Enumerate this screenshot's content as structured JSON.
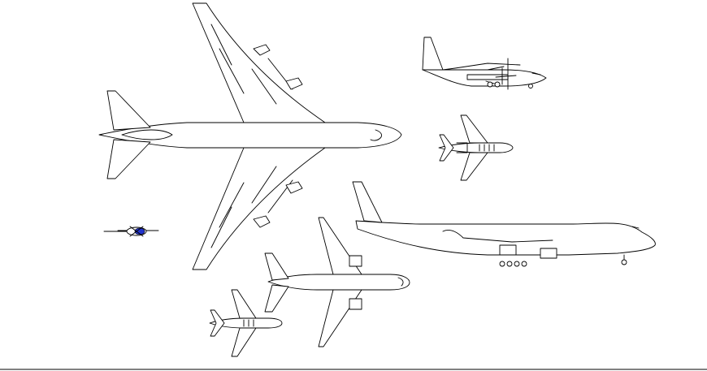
{
  "drawing": {
    "background": "#ffffff",
    "line_color": "#000000",
    "accent_color": "#2233cc",
    "aircraft": [
      {
        "name": "jumbo-jet-top-view"
      },
      {
        "name": "turboprop-transport-side-view"
      },
      {
        "name": "business-jet-top-view"
      },
      {
        "name": "helicopter-top-view"
      },
      {
        "name": "jumbo-jet-side-view"
      },
      {
        "name": "twin-jet-airliner-top-view"
      },
      {
        "name": "small-jet-top-view"
      }
    ]
  }
}
